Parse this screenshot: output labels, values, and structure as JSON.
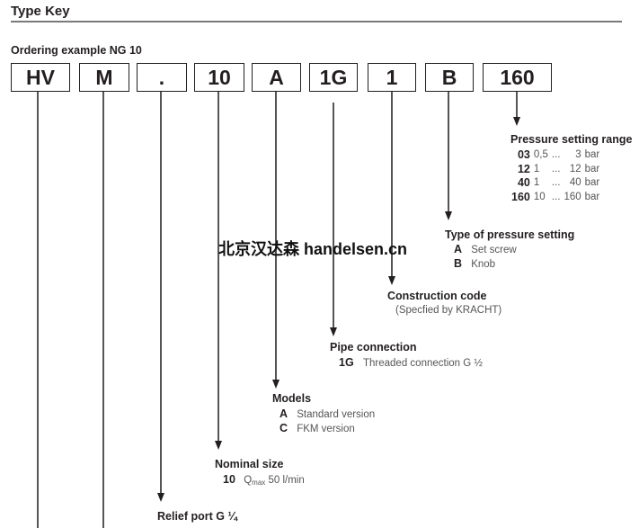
{
  "header": {
    "title": "Type Key",
    "subtitle": "Ordering example NG 10"
  },
  "code_boxes": [
    "HV",
    "M",
    ".",
    "10",
    "A",
    "1G",
    "1",
    "B",
    "160"
  ],
  "sections": {
    "pressure_range": {
      "heading": "Pressure setting range",
      "rows": [
        {
          "code": "03",
          "from": "0,5",
          "sep": "...",
          "to": "3",
          "unit": "bar"
        },
        {
          "code": "12",
          "from": "1",
          "sep": "...",
          "to": "12",
          "unit": "bar"
        },
        {
          "code": "40",
          "from": "1",
          "sep": "...",
          "to": "40",
          "unit": "bar"
        },
        {
          "code": "160",
          "from": "10",
          "sep": "...",
          "to": "160",
          "unit": "bar"
        }
      ]
    },
    "pressure_type": {
      "heading": "Type of pressure setting",
      "rows": [
        {
          "code": "A",
          "desc": "Set screw"
        },
        {
          "code": "B",
          "desc": "Knob"
        }
      ]
    },
    "construction": {
      "heading": "Construction code",
      "note": "(Specfied by KRACHT)"
    },
    "pipe": {
      "heading": "Pipe connection",
      "rows": [
        {
          "code": "1G",
          "desc": "Threaded connection G ½"
        }
      ]
    },
    "models": {
      "heading": "Models",
      "rows": [
        {
          "code": "A",
          "desc": "Standard version"
        },
        {
          "code": "C",
          "desc": "FKM version"
        }
      ]
    },
    "nominal": {
      "heading": "Nominal size",
      "code": "10",
      "q": "Q",
      "q_sub": "max",
      "desc": "50 l/min"
    },
    "relief": {
      "heading": "Relief port G ¼"
    }
  },
  "watermark": "北京汉达森 handelsen.cn"
}
